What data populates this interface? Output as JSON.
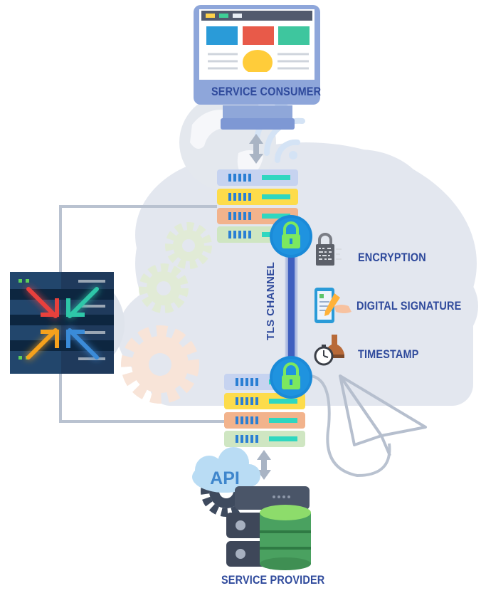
{
  "labels": {
    "service_consumer": "SERVICE CONSUMER",
    "service_provider": "SERVICE PROVIDER",
    "tls_channel": "TLS CHANNEL",
    "encryption": "ENCRYPTION",
    "digital_signature": "DIGITAL SIGNATURE",
    "timestamp": "TIMESTAMP",
    "api": "API"
  },
  "colors": {
    "label_blue": "#2f4a9c",
    "cloud": "#e3e7ef",
    "connector": "#b9c2d0",
    "lock_circle": "#1a8ad8",
    "lock_green": "#7ce85f",
    "tls_bar": "#4666c4",
    "rack_blue": "#c6d3f0",
    "rack_yellow": "#fddc4b",
    "rack_orange": "#f2b38c",
    "rack_green": "#cfe6c2"
  },
  "icons": {
    "monitor": "monitor-icon",
    "globe": "globe-icon",
    "wifi": "wifi-icon",
    "gear": "gear-icon",
    "lock": "lock-icon",
    "document_lock": "document-lock-icon",
    "signature": "signature-icon",
    "timestamp": "stopwatch-stamp-icon",
    "paper_plane": "paper-plane-icon",
    "converge": "converge-arrows-icon",
    "api_cloud": "api-cloud-icon",
    "database": "database-icon"
  }
}
